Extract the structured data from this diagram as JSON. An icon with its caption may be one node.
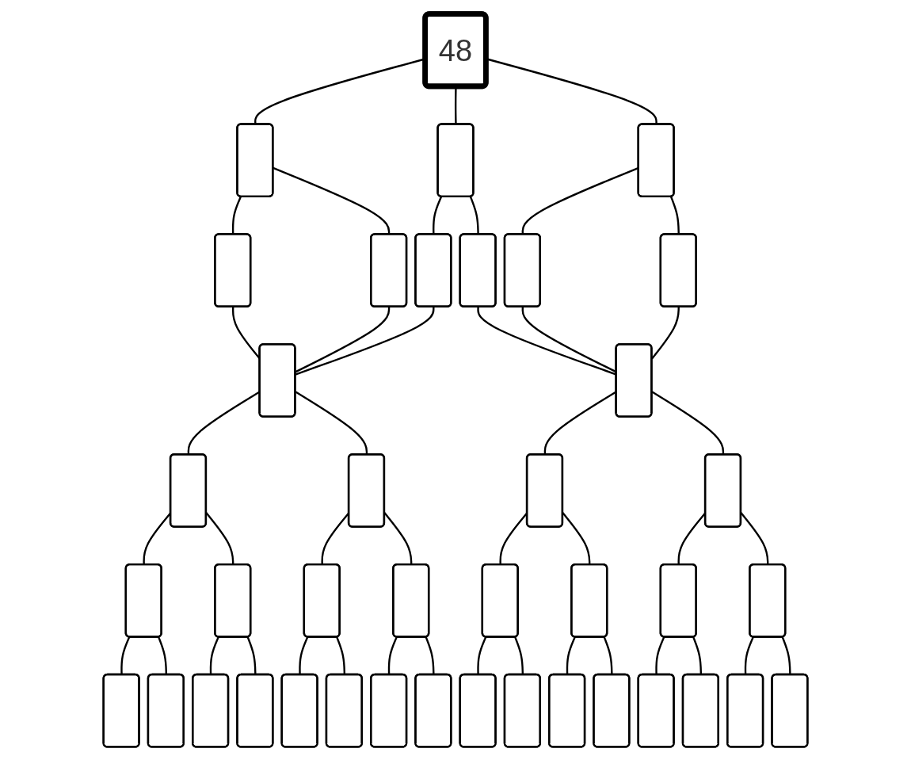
{
  "diagram": {
    "nodes": [
      {
        "text": [
          "48"
        ]
      },
      {
        "text": [],
        "shape": "box"
      },
      {
        "text": [],
        "shape": "box"
      },
      {
        "text": [],
        "shape": "box"
      },
      {
        "text": [],
        "shape": "box"
      },
      {
        "text": [],
        "shape": "box"
      },
      {
        "text": [],
        "shape": "box"
      },
      {
        "text": [],
        "shape": "box"
      },
      {
        "text": [],
        "shape": "box"
      },
      {
        "text": [],
        "shape": "box"
      },
      {
        "text": [],
        "shape": "box"
      },
      {
        "text": [],
        "shape": "box"
      },
      {
        "text": [],
        "shape": "box"
      },
      {
        "text": [],
        "shape": "box"
      },
      {
        "text": [],
        "shape": "box"
      },
      {
        "text": [],
        "shape": "box"
      },
      {
        "text": [],
        "shape": "box"
      },
      {
        "text": [],
        "shape": "box"
      },
      {
        "text": [],
        "shape": "box"
      },
      {
        "text": [],
        "shape": "box"
      },
      {
        "text": [],
        "shape": "box"
      },
      {
        "text": [],
        "shape": "box"
      },
      {
        "text": [],
        "shape": "box"
      },
      {
        "text": [],
        "shape": "box"
      },
      {
        "text": [],
        "shape": "box"
      },
      {
        "text": [],
        "shape": "box"
      },
      {
        "text": [],
        "shape": "box"
      },
      {
        "text": [],
        "shape": "box"
      },
      {
        "text": [],
        "shape": "box"
      },
      {
        "text": [],
        "shape": "box"
      },
      {
        "text": [],
        "shape": "box"
      },
      {
        "text": [],
        "shape": "box"
      },
      {
        "text": [],
        "shape": "box"
      },
      {
        "text": [],
        "shape": "box"
      },
      {
        "text": [],
        "shape": "box"
      },
      {
        "text": [],
        "shape": "box"
      },
      {
        "text": [],
        "shape": "box"
      },
      {
        "text": [],
        "shape": "box"
      },
      {
        "text": [],
        "shape": "box"
      },
      {
        "text": [],
        "shape": "box"
      }
    ],
    "edges": [
      {
        "from": 0,
        "to": 1,
        "arrow": "none"
      },
      {
        "from": 0,
        "to": 2,
        "arrow": "none"
      },
      {
        "from": 0,
        "to": 3,
        "arrow": "none"
      },
      {
        "from": 1,
        "to": 4,
        "arrow": "none"
      },
      {
        "from": 1,
        "to": 5,
        "arrow": "none"
      },
      {
        "from": 2,
        "to": 6,
        "arrow": "none"
      },
      {
        "from": 2,
        "to": 7,
        "arrow": "none"
      },
      {
        "from": 3,
        "to": 8,
        "arrow": "none"
      },
      {
        "from": 3,
        "to": 9,
        "arrow": "none"
      },
      {
        "from": 4,
        "to": 10,
        "arrow": "none"
      },
      {
        "from": 5,
        "to": 10,
        "arrow": "none"
      },
      {
        "from": 6,
        "to": 10,
        "arrow": "none"
      },
      {
        "from": 7,
        "to": 11,
        "arrow": "none"
      },
      {
        "from": 8,
        "to": 11,
        "arrow": "none"
      },
      {
        "from": 9,
        "to": 11,
        "arrow": "none"
      },
      {
        "from": 10,
        "to": 12,
        "arrow": "none"
      },
      {
        "from": 10,
        "to": 13,
        "arrow": "none"
      },
      {
        "from": 11,
        "to": 14,
        "arrow": "none"
      },
      {
        "from": 11,
        "to": 15,
        "arrow": "none"
      },
      {
        "from": 12,
        "to": 16,
        "arrow": "none"
      },
      {
        "from": 12,
        "to": 17,
        "arrow": "none"
      },
      {
        "from": 13,
        "to": 18,
        "arrow": "none"
      },
      {
        "from": 13,
        "to": 19,
        "arrow": "none"
      },
      {
        "from": 14,
        "to": 20,
        "arrow": "none"
      },
      {
        "from": 14,
        "to": 21,
        "arrow": "none"
      },
      {
        "from": 15,
        "to": 22,
        "arrow": "none"
      },
      {
        "from": 15,
        "to": 23,
        "arrow": "none"
      },
      {
        "from": 16,
        "to": 24,
        "arrow": "none"
      },
      {
        "from": 16,
        "to": 25,
        "arrow": "none"
      },
      {
        "from": 17,
        "to": 26,
        "arrow": "none"
      },
      {
        "from": 17,
        "to": 27,
        "arrow": "none"
      },
      {
        "from": 18,
        "to": 28,
        "arrow": "none"
      },
      {
        "from": 18,
        "to": 29,
        "arrow": "none"
      },
      {
        "from": 19,
        "to": 30,
        "arrow": "none"
      },
      {
        "from": 19,
        "to": 31,
        "arrow": "none"
      },
      {
        "from": 20,
        "to": 32,
        "arrow": "none"
      },
      {
        "from": 20,
        "to": 33,
        "arrow": "none"
      },
      {
        "from": 21,
        "to": 34,
        "arrow": "none"
      },
      {
        "from": 21,
        "to": 35,
        "arrow": "none"
      },
      {
        "from": 22,
        "to": 36,
        "arrow": "none"
      },
      {
        "from": 22,
        "to": 37,
        "arrow": "none"
      },
      {
        "from": 23,
        "to": 38,
        "arrow": "none"
      },
      {
        "from": 23,
        "to": 39,
        "arrow": "none"
      }
    ]
  }
}
